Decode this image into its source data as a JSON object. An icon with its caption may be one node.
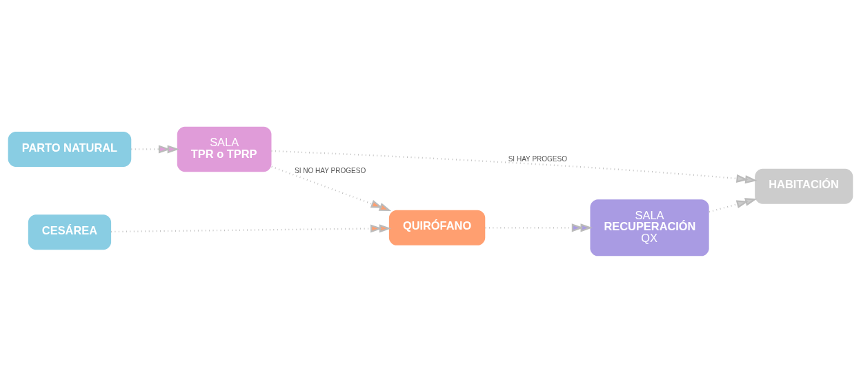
{
  "diagram": {
    "nodes": [
      {
        "text": [
          "PARTO NATURAL"
        ]
      },
      {
        "text": [
          "SALA",
          "TPR o TPRP"
        ]
      },
      {
        "text": [
          "HABITACIÓN"
        ]
      },
      {
        "text": [
          "QUIRÓFANO"
        ]
      },
      {
        "text": [
          "SALA",
          "RECUPERACIÓN",
          "QX"
        ]
      },
      {
        "text": [
          "CESÁREA"
        ]
      }
    ],
    "edges": [
      {
        "from": 0,
        "to": 1,
        "arrow": "to"
      },
      {
        "from": 1,
        "to": 2,
        "arrow": "to",
        "label": "SI HAY PROGESO"
      },
      {
        "from": 1,
        "to": 3,
        "arrow": "to",
        "label": "SI NO HAY PROGESO"
      },
      {
        "from": 3,
        "to": 4,
        "arrow": "to"
      },
      {
        "from": 4,
        "to": 2,
        "arrow": "to"
      },
      {
        "from": 5,
        "to": 3,
        "arrow": "to"
      }
    ]
  }
}
